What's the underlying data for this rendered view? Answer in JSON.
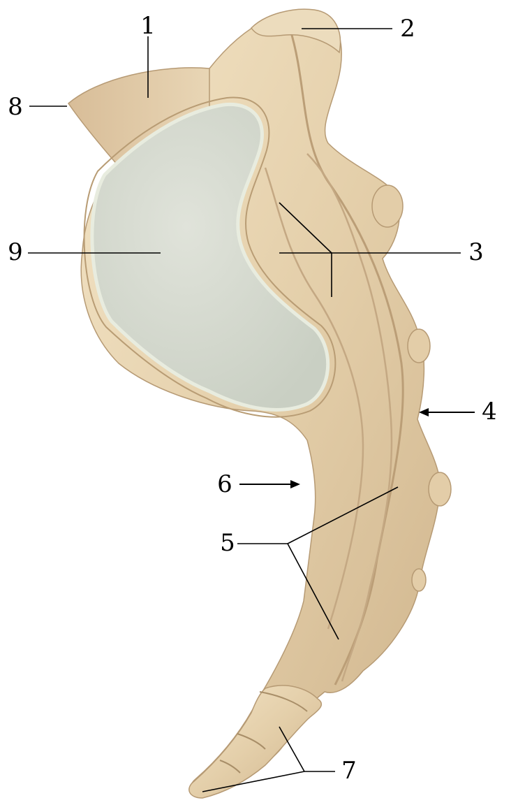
{
  "figure": {
    "background_color": "#ffffff",
    "colors": {
      "bone_base": "#e9d6b4",
      "bone_shadow": "#c9ad86",
      "bone_highlight": "#f6ead1",
      "auricular_surface": "#d9ddd2",
      "label_text": "#000000"
    },
    "labels": [
      {
        "id": "1",
        "text": "1"
      },
      {
        "id": "2",
        "text": "2"
      },
      {
        "id": "3",
        "text": "3"
      },
      {
        "id": "4",
        "text": "4"
      },
      {
        "id": "5",
        "text": "5"
      },
      {
        "id": "6",
        "text": "6"
      },
      {
        "id": "7",
        "text": "7"
      },
      {
        "id": "8",
        "text": "8"
      },
      {
        "id": "9",
        "text": "9"
      }
    ]
  }
}
